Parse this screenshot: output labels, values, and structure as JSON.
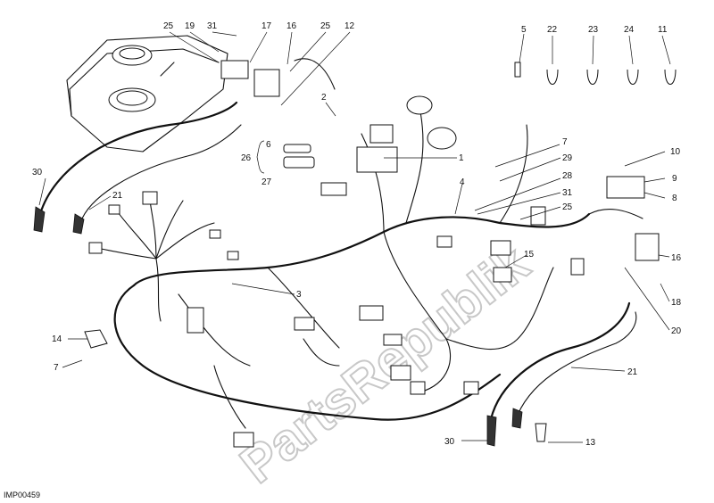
{
  "diagram": {
    "image_code": "IMP00459",
    "watermark": "PartsRepublik",
    "callouts": [
      "25",
      "19",
      "31",
      "17",
      "16",
      "25",
      "12",
      "5",
      "22",
      "23",
      "24",
      "11",
      "2",
      "1",
      "7",
      "29",
      "10",
      "9",
      "8",
      "6",
      "26",
      "27",
      "28",
      "31",
      "25",
      "4",
      "15",
      "16",
      "18",
      "20",
      "30",
      "21",
      "3",
      "14",
      "7",
      "21",
      "30",
      "13"
    ]
  }
}
